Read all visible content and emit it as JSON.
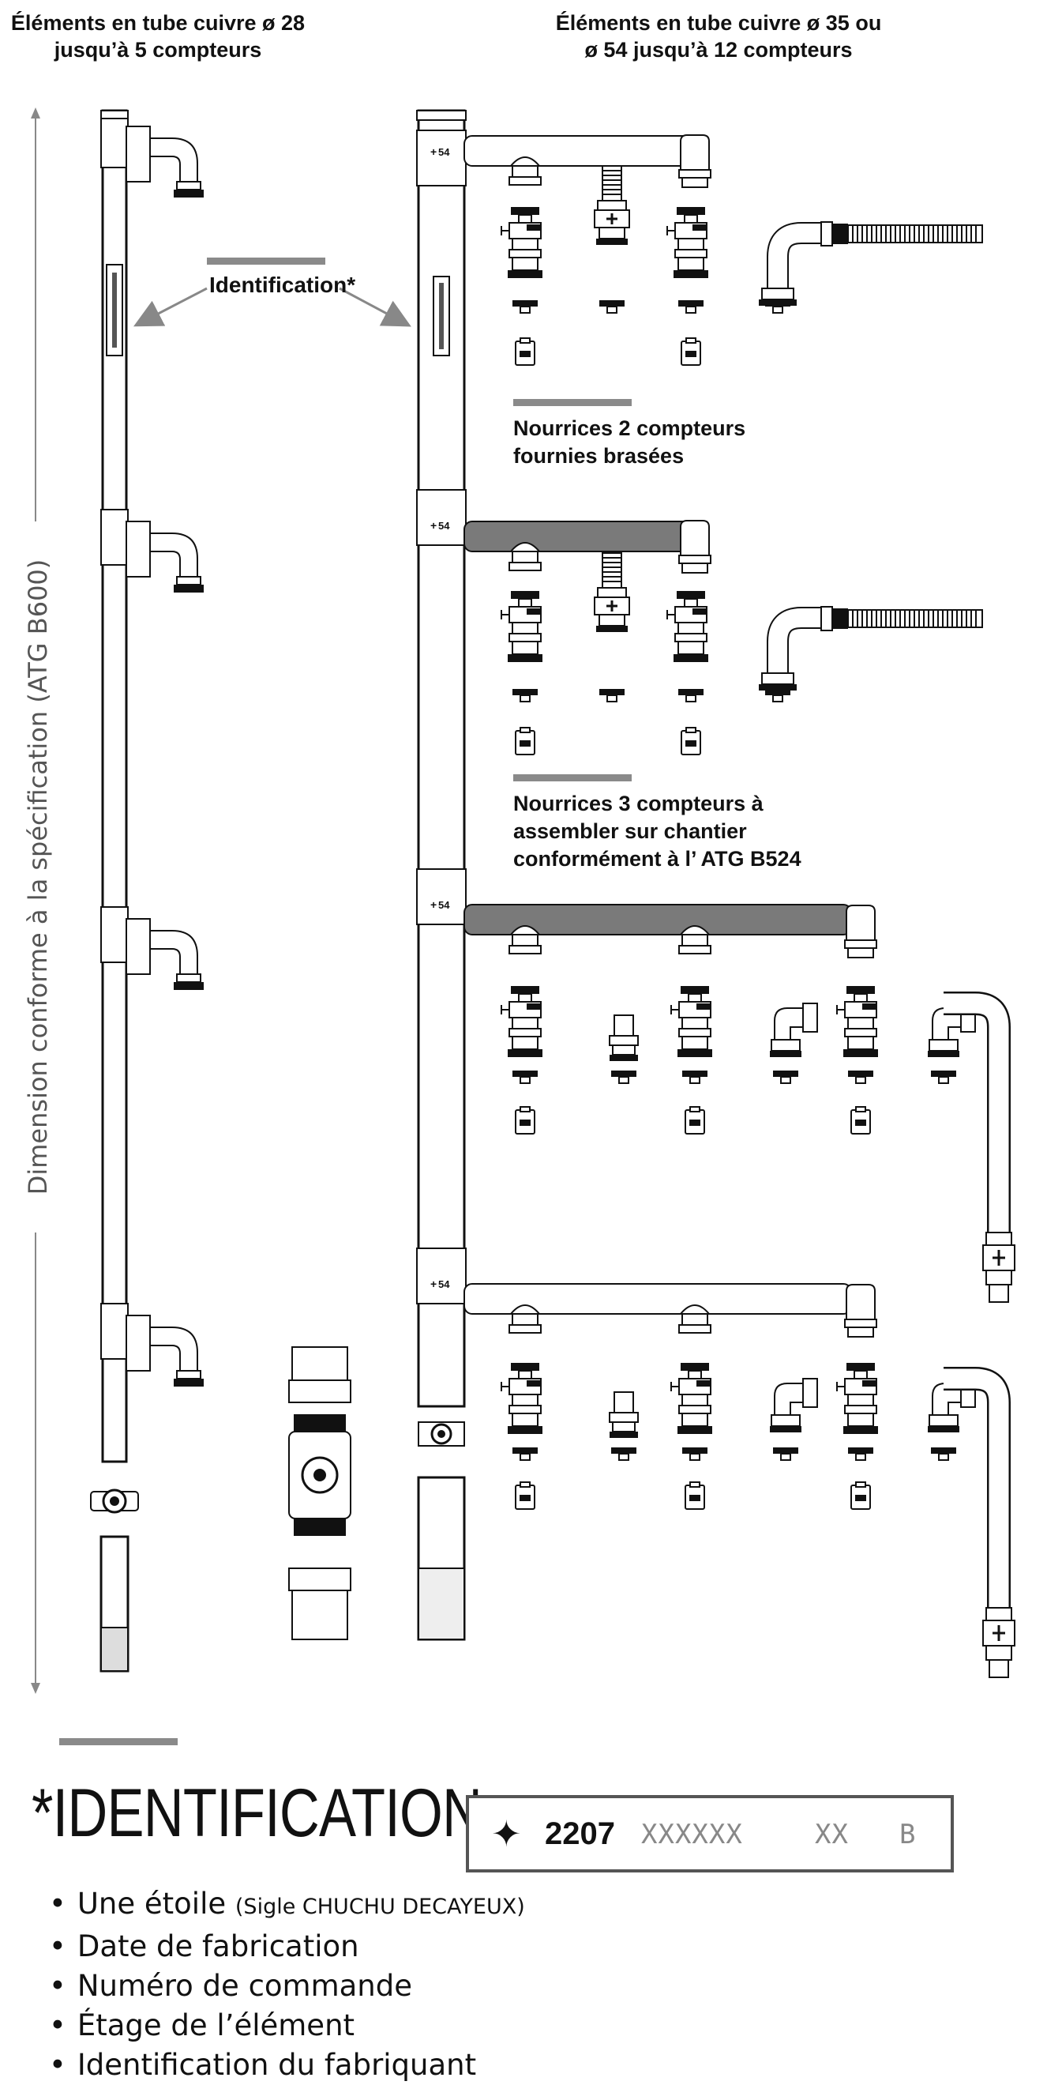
{
  "headers": {
    "left": [
      "Éléments en tube cuivre ø 28",
      "jusqu’à 5 compteurs"
    ],
    "right": [
      "Éléments en tube cuivre ø 35 ou",
      "ø 54 jusqu’à 12 compteurs"
    ]
  },
  "vertical_label": "Dimension conforme à la spécification (ATG B600)",
  "identification_callout": "Identification*",
  "riser_marker": "54",
  "notes": {
    "nourrices_2": [
      "Nourrices 2 compteurs",
      "fournies brasées"
    ],
    "nourrices_3": [
      "Nourrices 3 compteurs à",
      "assembler sur chantier",
      "conformément à l’ ATG B524"
    ]
  },
  "identification": {
    "title": "*IDENTIFICATION",
    "star": "✦",
    "code": "2207",
    "order_number_mask": "XXXXXX",
    "floor_mask": "XX",
    "manufacturer_mask": "B",
    "bullets": [
      {
        "text": "Une étoile ",
        "small": "(Sigle CHUCHU DECAYEUX)"
      },
      {
        "text": "Date de fabrication",
        "small": ""
      },
      {
        "text": "Numéro de commande",
        "small": ""
      },
      {
        "text": "Étage de l’élément",
        "small": ""
      },
      {
        "text": "Identification du fabriquant",
        "small": ""
      }
    ]
  },
  "colors": {
    "line": "#111111",
    "grey_bar": "#8a8a8a",
    "pipe_grey": "#7a7a7a",
    "arrow": "#888888"
  }
}
